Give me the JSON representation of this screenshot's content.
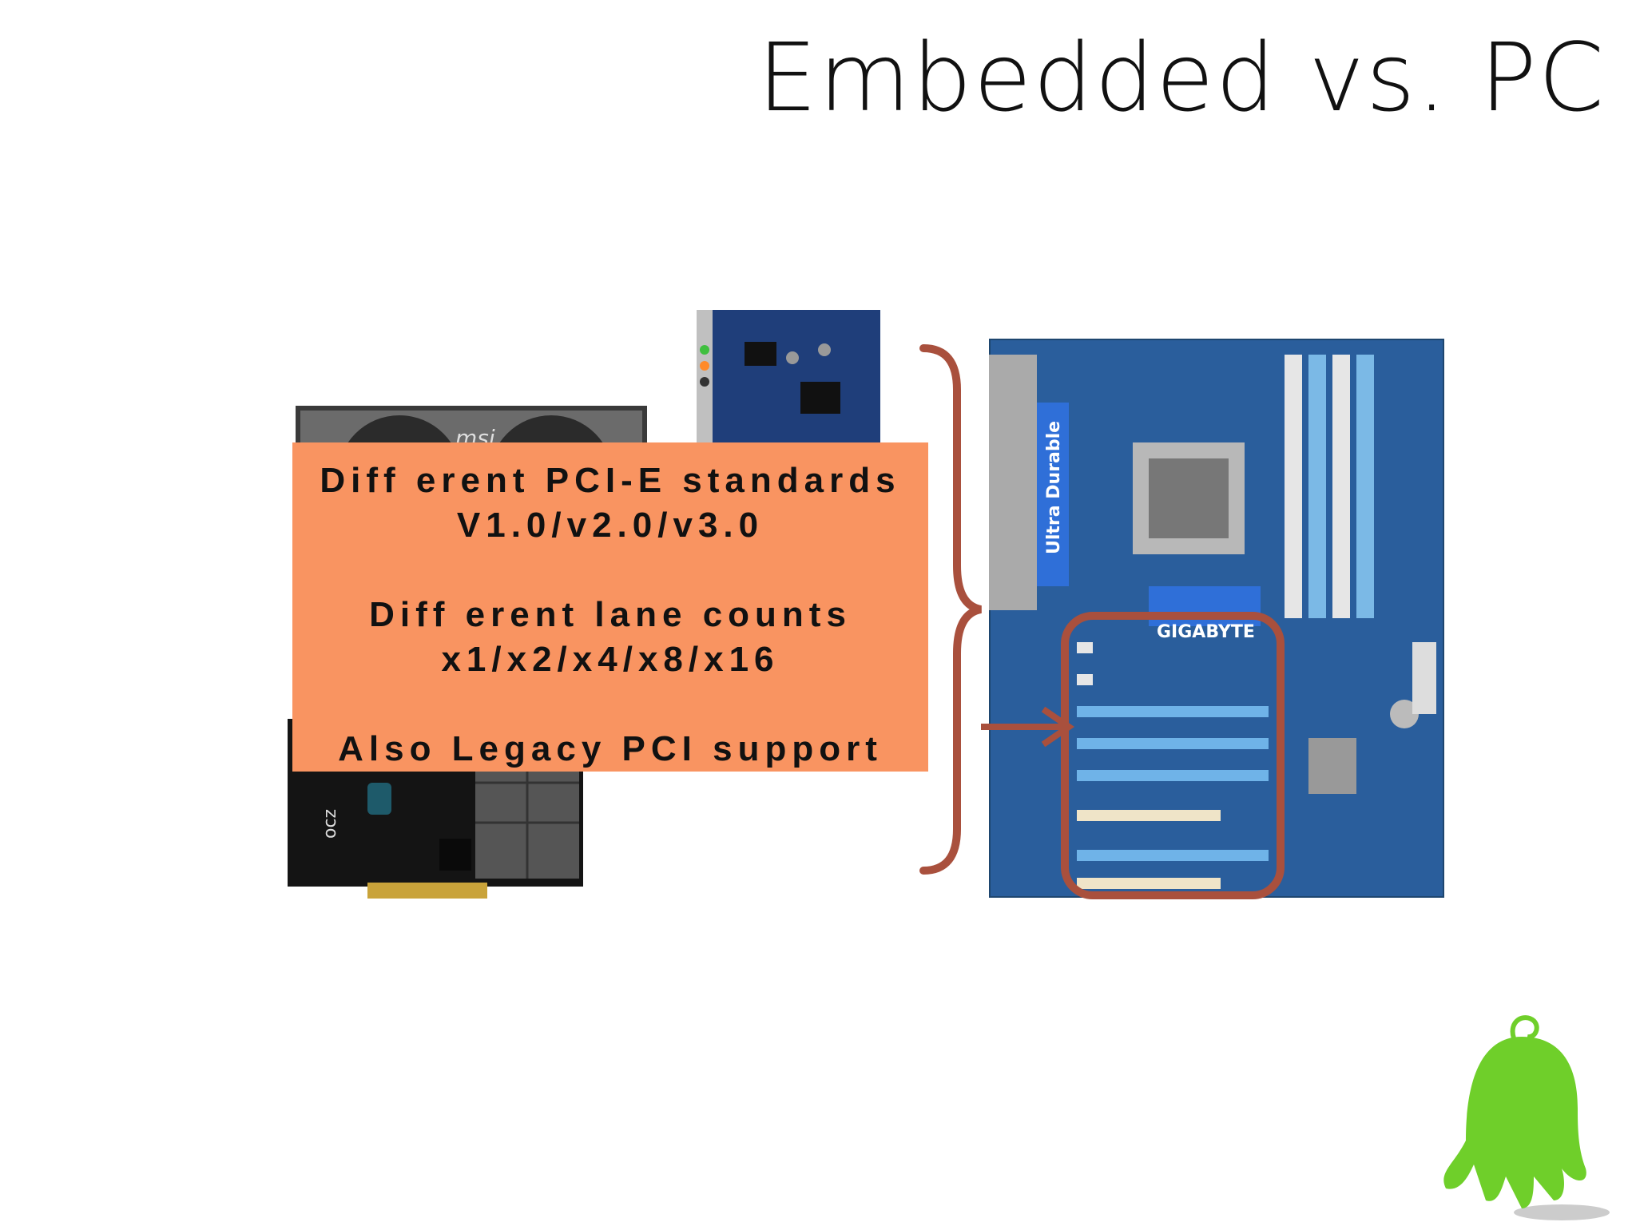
{
  "slide": {
    "title": "Embedded vs. PC",
    "callout": {
      "line1": "Diff erent PCI-E standards",
      "line2": "V1.0/v2.0/v3.0",
      "line3": "Diff erent lane counts",
      "line4": "x1/x2/x4/x8/x16",
      "line5": "Also Legacy PCI support"
    },
    "board_labels": {
      "vendor": "GIGABYTE",
      "cooler": "Ultra Durable",
      "gpu_brand": "msi",
      "ssd_brand": "ocz"
    },
    "colors": {
      "callout_bg": "#f99461",
      "brace": "#a9503d",
      "highlight": "#a9503d",
      "mascot": "#6fcf2a"
    }
  }
}
